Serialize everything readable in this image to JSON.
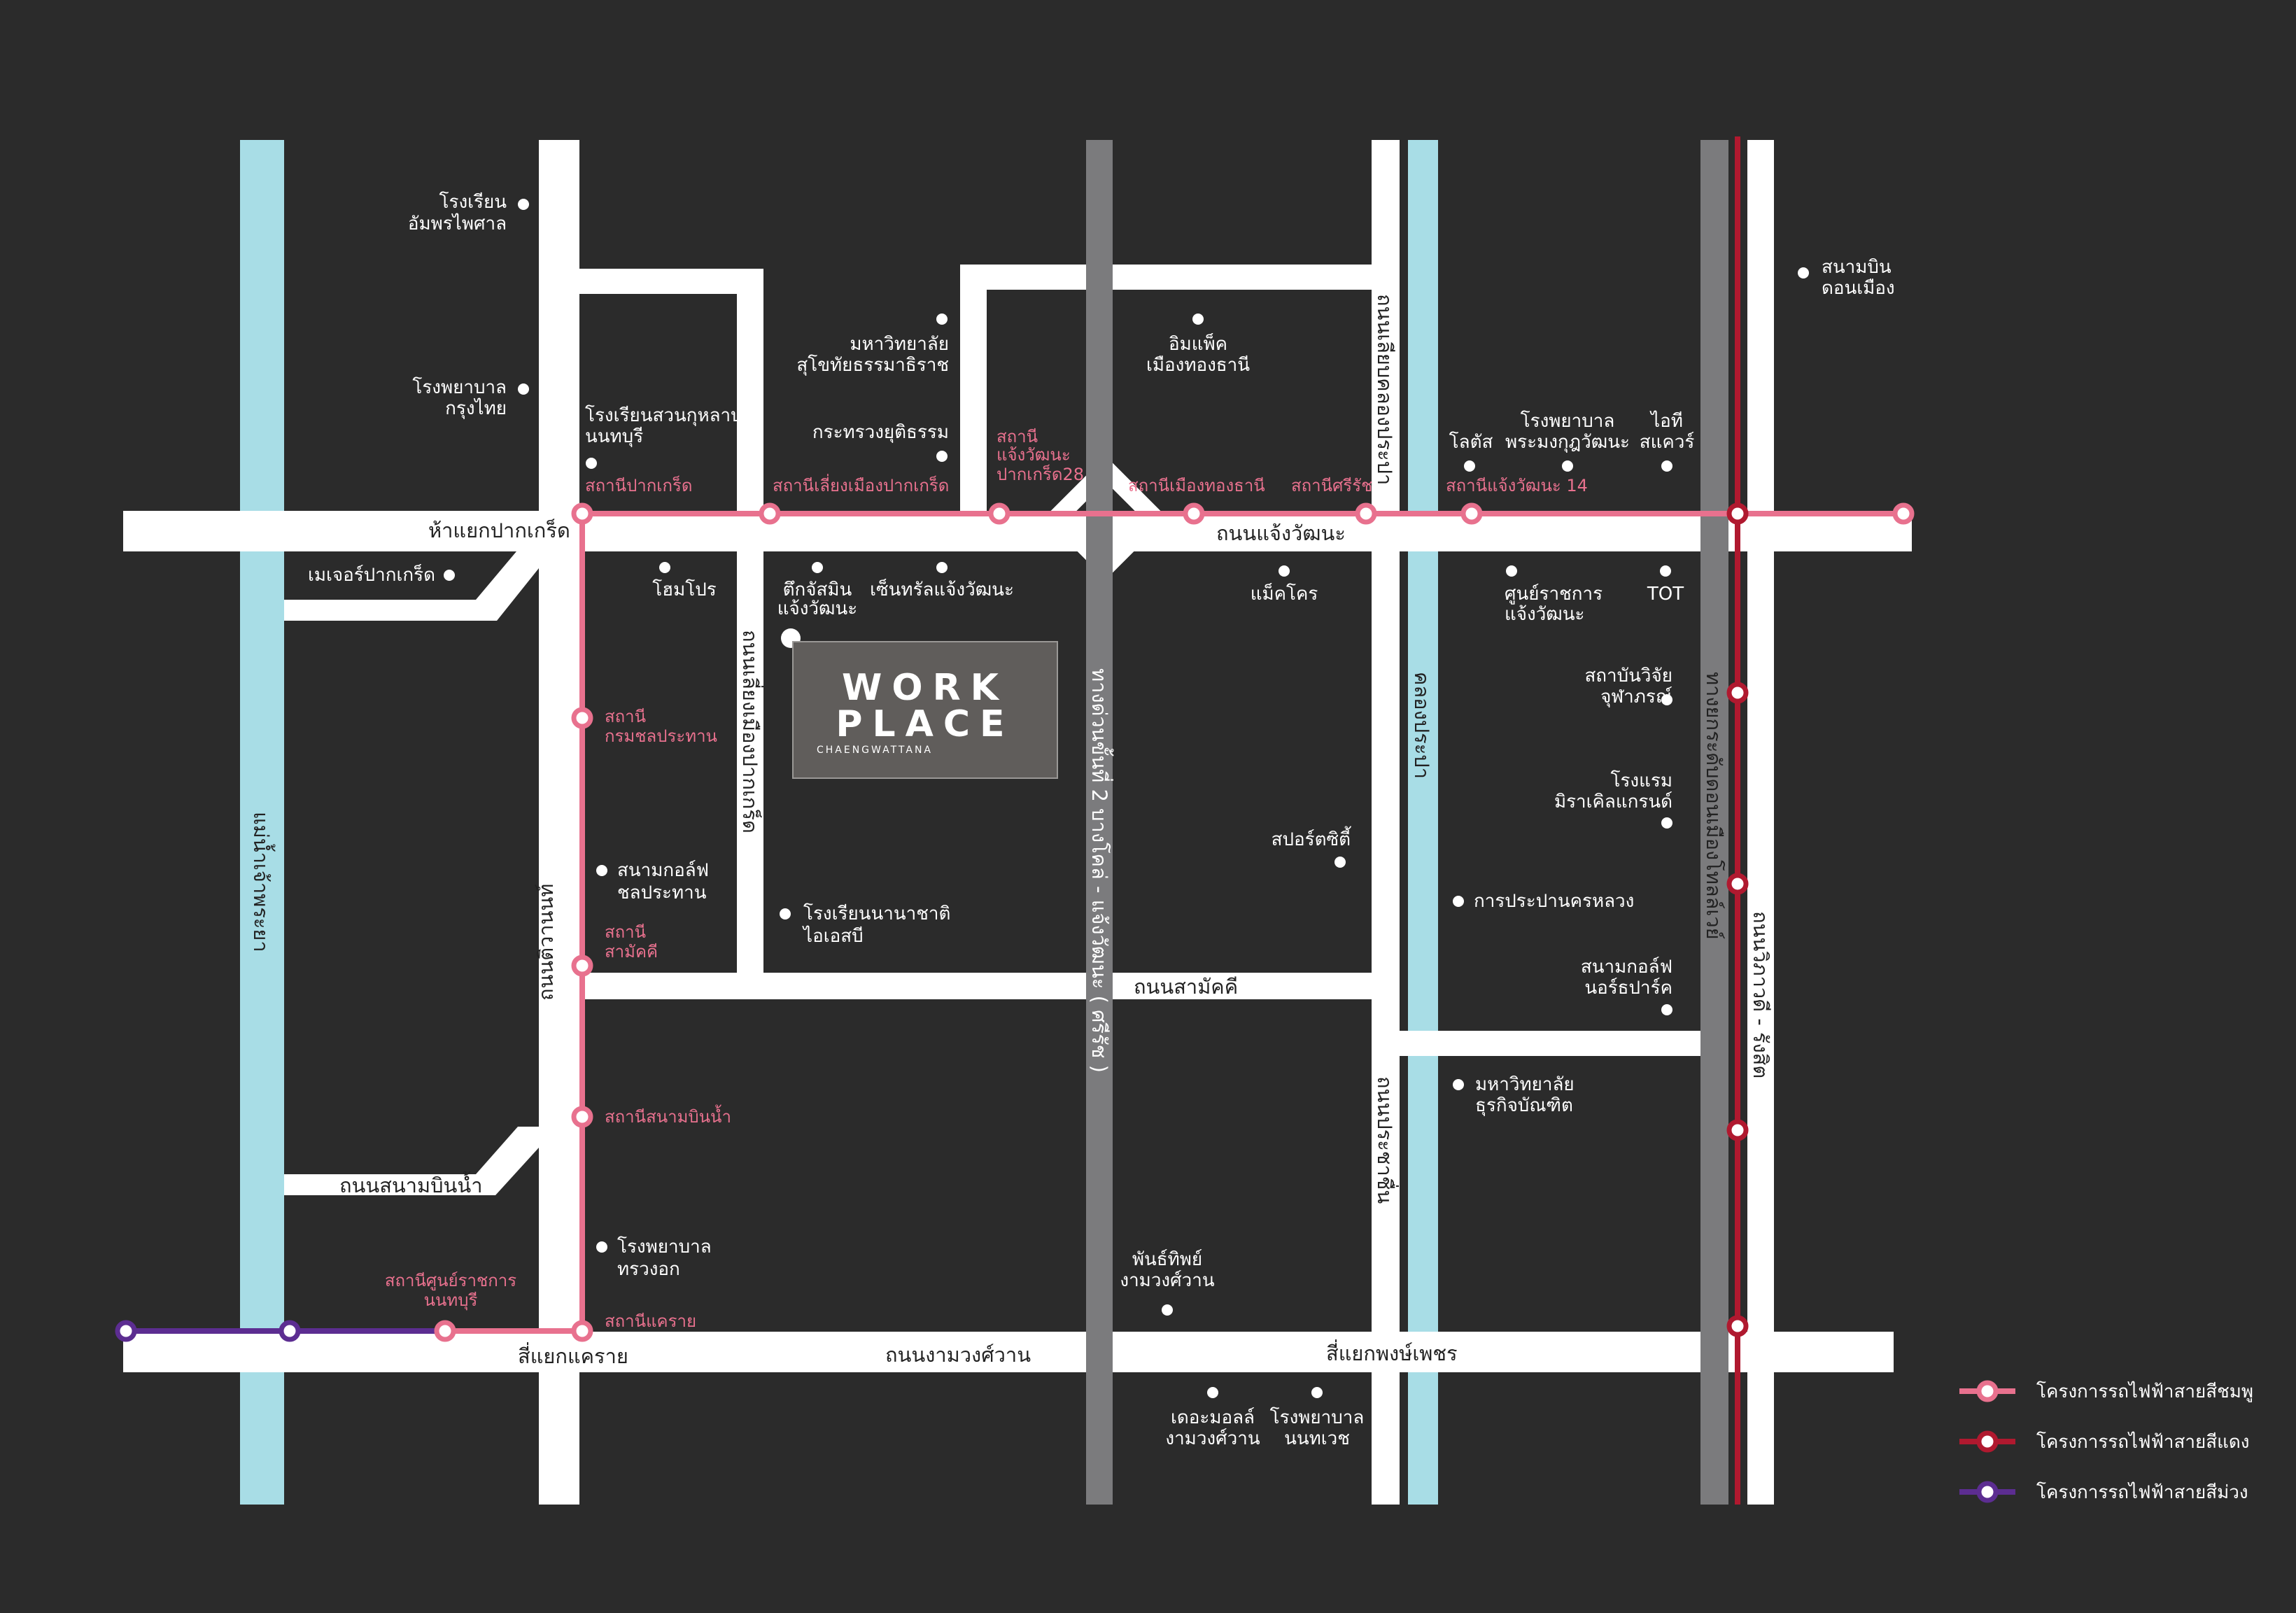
{
  "colors": {
    "background": "#2b2b2b",
    "road": "#ffffff",
    "river": "#a8dde6",
    "expressway": "#7b7b7d",
    "pink_line": "#e8718e",
    "red_line": "#b0192f",
    "purple_line": "#5c2d91"
  },
  "roads": {
    "chaengwattana": "ถนนแจ้งวัฒนะ",
    "pakkret_junction": "ห้าแยกปากเกร็ด",
    "ngamwongwan": "ถนนงามวงศ์วาน",
    "khae_rai_junction": "สี่แยกแคราย",
    "phong_phet_junction": "สี่แยกพงษ์เพชร",
    "samakkhi": "ถนนสามัคคี",
    "sanambinnam": "ถนนสนามบินน้ำ",
    "tiwanon": "ถนนติวานนท์",
    "liang_mueang_pakkret": "ถนนเลี่ยงเมืองปากเกร็ด",
    "liap_khlong_prapa": "ถนนเลียบคลองประปา",
    "prachachuen": "ถนนประชาชื่น",
    "vibhavadi": "ถนนวิภาวดี - รังสิต",
    "expressway2": "ทางด่วนขั้นที่ 2 บางโคล่ - แจ้งวัฒนะ ( ศรีรัช )",
    "don_mueang_tollway": "ทางยกระดับดอนเมืองโทลล์เวย์",
    "chao_phraya": "แม่น้ำเจ้าพระยา",
    "khlong_prapa": "คลองประปา"
  },
  "stations": {
    "pakkret": "สถานีปากเกร็ด",
    "liang_mueang": "สถานีเลี่ยงเมืองปากเกร็ด",
    "chaengwattana_pakkret28": [
      "สถานี",
      "แจ้งวัฒนะ",
      "ปากเกร็ด28"
    ],
    "mueang_thong_thani": "สถานีเมืองทองธานี",
    "si_rat": "สถานีศรีรัช",
    "chaengwattana14": "สถานีแจ้งวัฒนะ 14",
    "chonprathan": [
      "สถานี",
      "กรมชลประทาน"
    ],
    "samakkhi": [
      "สถานี",
      "สามัคคี"
    ],
    "sanambinnam": "สถานีสนามบินน้ำ",
    "khae_rai": "สถานีแคราย",
    "nonthaburi_gov": [
      "สถานีศูนย์ราชการ",
      "นนทบุรี"
    ]
  },
  "places": {
    "amphorn_school": [
      "โรงเรียน",
      "อัมพรไพศาล"
    ],
    "krungthai_hospital": [
      "โรงพยาบาล",
      "กรุงไทย"
    ],
    "suankularb_school": [
      "โรงเรียนสวนกุหลาบ",
      "นนทบุรี"
    ],
    "major_pakkret": "เมเจอร์ปากเกร็ด",
    "stou": [
      "มหาวิทยาลัย",
      "สุโขทัยธรรมาธิราช"
    ],
    "ministry_justice": "กระทรวงยุติธรรม",
    "impact": [
      "อิมแพ็ค",
      "เมืองทองธานี"
    ],
    "homepro": "โฮมโปร",
    "tuk_chaengwattana": [
      "ตึกจัสมิน",
      "แจ้งวัฒนะ"
    ],
    "central": "เซ็นทรัลแจ้งวัฒนะ",
    "makro": "แม็คโคร",
    "gov_center": [
      "ศูนย์ราชการ",
      "แจ้งวัฒนะ"
    ],
    "tot": "TOT",
    "lotus": "โลตัส",
    "phramongkut": [
      "โรงพยาบาล",
      "พระมงกุฎวัฒนะ"
    ],
    "it_square": [
      "ไอที",
      "สแควร์"
    ],
    "don_mueang_airport": [
      "สนามบิน",
      "ดอนเมือง"
    ],
    "chulabhorn": [
      "สถาบันวิจัย",
      "จุฬาภรณ์"
    ],
    "miracle_grand": [
      "โรงแรม",
      "มิราเคิลแกรนด์"
    ],
    "sport_city": "สปอร์ตซิตี้",
    "mwa": "การประปานครหลวง",
    "golf_chonprathan": [
      "สนามกอล์ฟ",
      "ชลประทาน"
    ],
    "isb_school": [
      "โรงเรียนนานาชาติ",
      "ไอเอสบี"
    ],
    "golf_northpark": [
      "สนามกอล์ฟ",
      "นอร์ธปาร์ค"
    ],
    "dpu": [
      "มหาวิทยาลัย",
      "ธุรกิจบัณฑิต"
    ],
    "sanambinnam_road": "ถนนสนามบินน้ำ",
    "chest_hospital": [
      "โรงพยาบาล",
      "ทรวงอก"
    ],
    "pantip": [
      "พันธ์ทิพย์",
      "งามวงศ์วาน"
    ],
    "mall_ngamwongwan": [
      "เดอะมอลล์",
      "งามวงศ์วาน"
    ],
    "nonthavej": [
      "โรงพยาบาล",
      "นนทเวช"
    ]
  },
  "logo": {
    "line1": "WORK",
    "line2": "PLACE",
    "sub": "CHAENGWATTANA"
  },
  "legend": [
    {
      "label": "โครงการรถไฟฟ้าสายสีชมพู",
      "color": "#e8718e"
    },
    {
      "label": "โครงการรถไฟฟ้าสายสีแดง",
      "color": "#b0192f"
    },
    {
      "label": "โครงการรถไฟฟ้าสายสีม่วง",
      "color": "#5c2d91"
    }
  ]
}
